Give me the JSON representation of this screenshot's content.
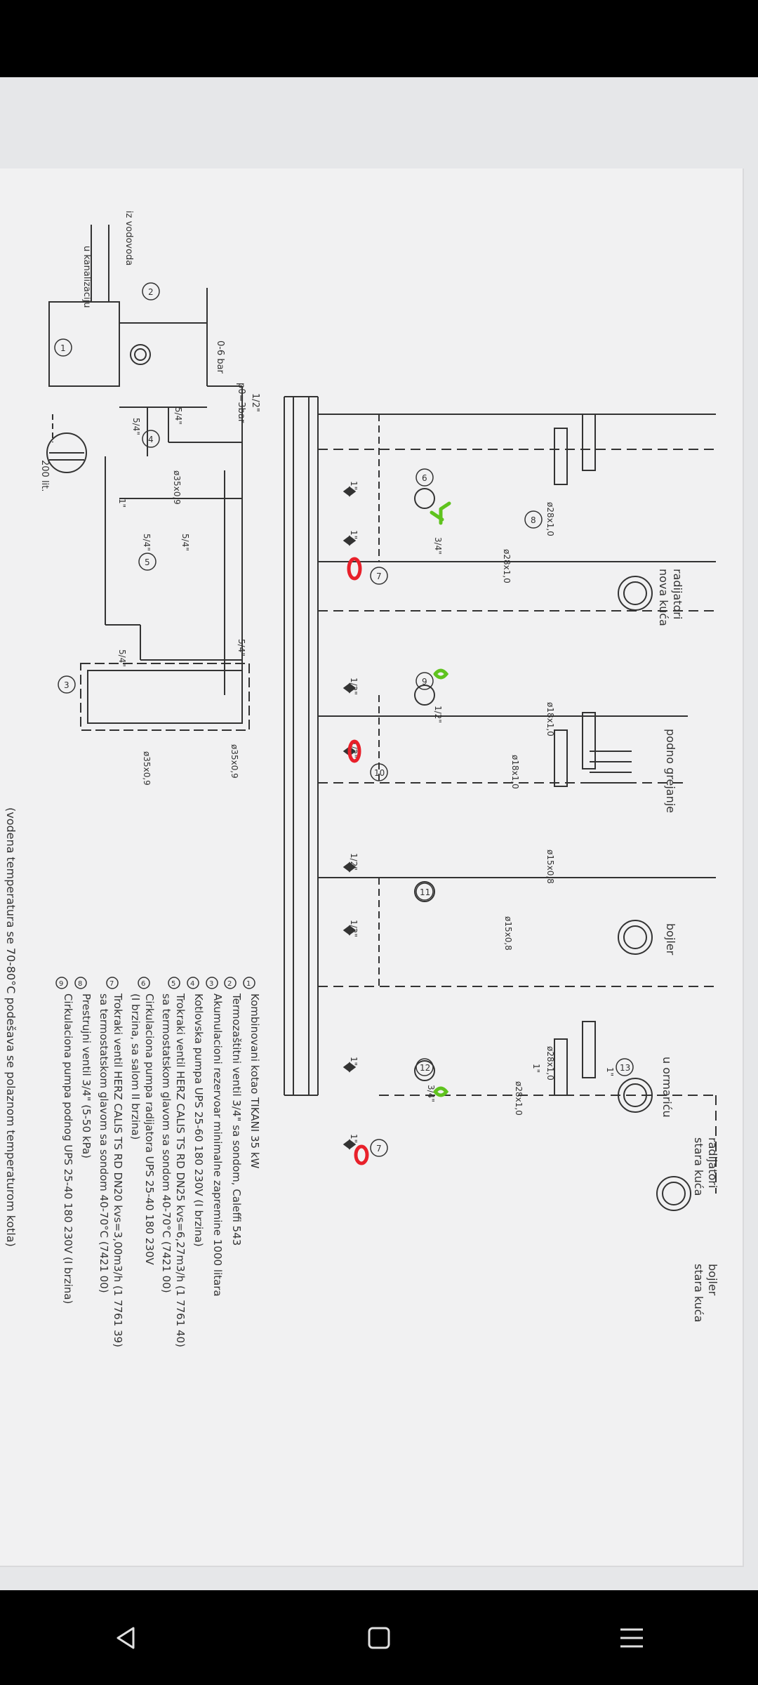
{
  "diagram": {
    "top_labels": {
      "radiators_new": [
        "radijatori",
        "nova kuća"
      ],
      "floor_heating": [
        "podno grejanje"
      ],
      "boiler": [
        "bojler"
      ],
      "cabinet": [
        "u ormariću"
      ],
      "radiators_old": [
        "radijatori",
        "stara kuća"
      ],
      "boiler_old": [
        "bojler",
        "stara kuća"
      ]
    },
    "pipe_labels": {
      "p1": "ø28x1,0",
      "p2": "ø28x1,0",
      "p3": "ø18x1,0",
      "p4": "ø18x1,0",
      "p5": "ø15x0,8",
      "p6": "ø15x0,8",
      "p7": "ø28x1,0",
      "p8": "ø28x1,0",
      "p9": "ø35x0,9",
      "p10": "ø35x0,9",
      "p11": "ø35x0,9"
    },
    "fitting_labels": {
      "f1": "1\"",
      "f2": "1\"",
      "f3": "3/4\"",
      "f4": "1/2\"",
      "f5": "1/2\"",
      "f6": "1/2\"",
      "f7": "1/2\"",
      "f8": "1\"",
      "f9": "1\"",
      "f10": "3/4\"",
      "f11": "5/4\"",
      "f12": "5/4\"",
      "f13": "5/4\"",
      "f14": "5/4\"",
      "f15": "1\"",
      "f16": "5/4\"",
      "f17": "5/4\"",
      "f18": "1/2\"",
      "f19": "1\"",
      "f20": "1\""
    },
    "left_labels": {
      "water_in": "iz vodovoda",
      "sewer": "u kanalizaciju",
      "pressure": "0-6 bar",
      "p0": "p0=3bar",
      "half_inch": "1/2\"",
      "tank": "200 lit."
    },
    "bottom_note": "(vodena temperatura se 70-80°C podešava se polaznom temperaturom kotla)",
    "legend": [
      {
        "num": "1",
        "text": "Kombinovani kotao TIKANI 35 kW"
      },
      {
        "num": "2",
        "text": "Termozaštitni ventil 3/4\" sa sondom, Caleffi 543"
      },
      {
        "num": "3",
        "text": "Akumulacioni rezervoar minimalne zapremine 1000 litara"
      },
      {
        "num": "4",
        "text": "Kotlovska pumpa UPS 25-60 180 230V (I brzina)"
      },
      {
        "num": "5",
        "text": "Trokraki ventil HERZ CALIS TS RD DN25 kvs=6,27m3/h (1 7761 40)"
      },
      {
        "num": "",
        "text": "sa termostatskom glavom sa sondom 40-70°C (7421 00)"
      },
      {
        "num": "6",
        "text": "Cirkulaciona pumpa radijatora UPS 25-40 180 230V"
      },
      {
        "num": "",
        "text": "(I brzina, sa salom II brzina)"
      },
      {
        "num": "7",
        "text": "Trokraki ventil HERZ CALIS TS RD DN20 kvs=3,00m3/h (1 7761 39)"
      },
      {
        "num": "",
        "text": "sa termostatskom glavom sa sondom 40-70°C (7421 00)"
      },
      {
        "num": "8",
        "text": "Prestrujni ventil 3/4\" (5-50 kPa)"
      },
      {
        "num": "9",
        "text": "Cirkulaciona pumpa podnog UPS 25-40 180 230V (I brzina)"
      }
    ],
    "circle_numbers": [
      "1",
      "2",
      "3",
      "4",
      "5",
      "6",
      "7",
      "8",
      "9",
      "10",
      "11",
      "12",
      "13",
      "7",
      "7"
    ],
    "handwritten_marks": [
      "Y",
      "O",
      "O",
      "O",
      "O",
      "O"
    ],
    "colors": {
      "paper": "#f1f1f2",
      "ink": "#333333",
      "red_marker": "#e8202a",
      "green_marker": "#5fc31e"
    }
  },
  "navbar": {
    "back": "back-icon",
    "home": "home-icon",
    "menu": "menu-icon"
  }
}
